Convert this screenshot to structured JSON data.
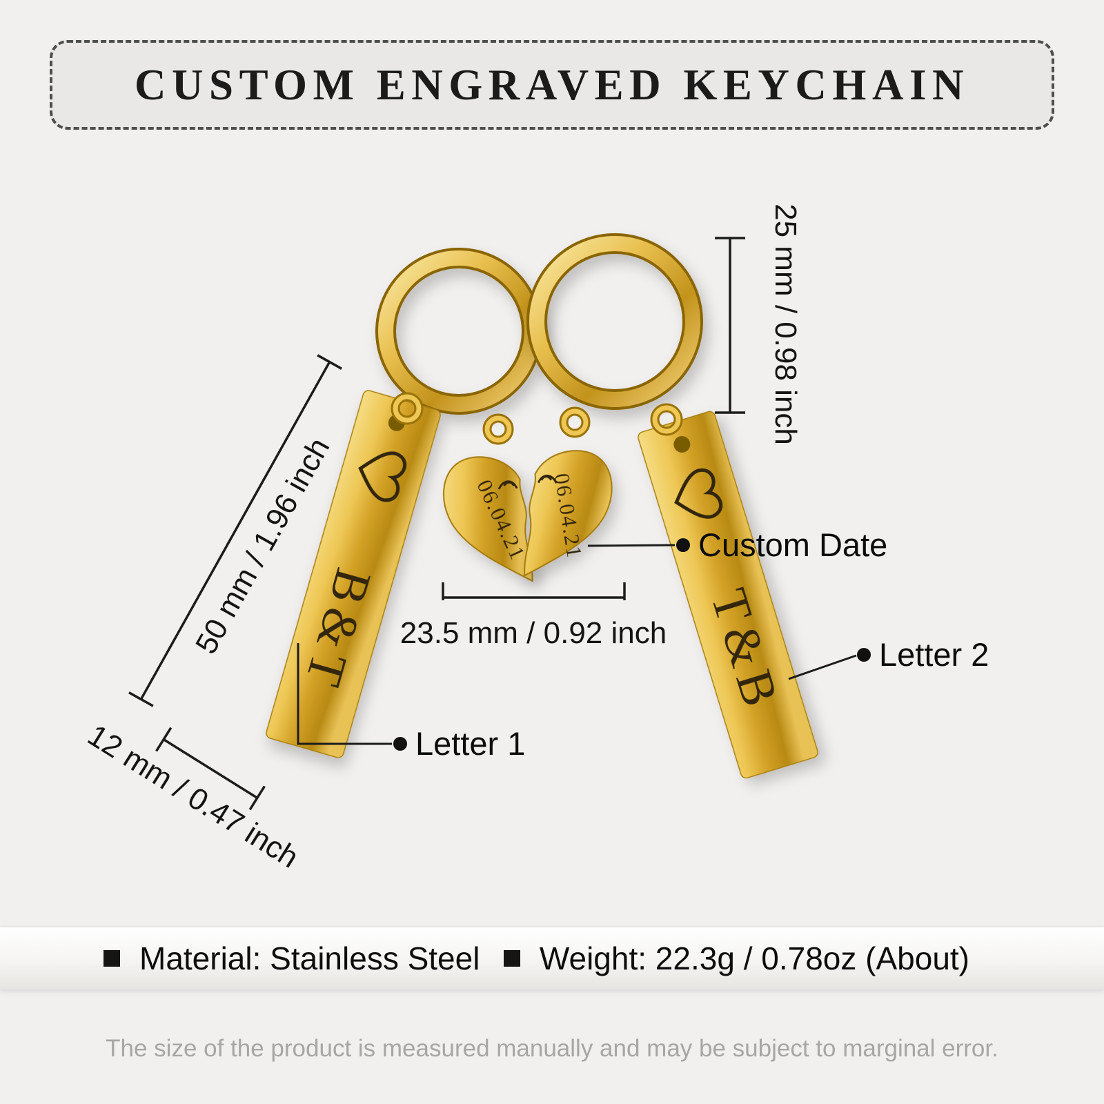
{
  "title": "CUSTOM ENGRAVED KEYCHAIN",
  "product": {
    "left_tag": {
      "engraving": "B&T",
      "motif": "heart-outline"
    },
    "right_tag": {
      "engraving": "T&B",
      "motif": "heart-outline"
    },
    "heart": {
      "left_date": "06.04.21",
      "right_date": "06.04.21",
      "motif": "kissing-doodle"
    }
  },
  "dimensions": {
    "ring_height": "25 mm / 0.98 inch",
    "tag_length": "50 mm / 1.96 inch",
    "tag_width": "12 mm / 0.47 inch",
    "heart_width": "23.5 mm / 0.92 inch"
  },
  "callouts": {
    "custom_date": "Custom Date",
    "letter_1": "Letter 1",
    "letter_2": "Letter 2"
  },
  "specs": {
    "material": "Material: Stainless Steel",
    "weight": "Weight: 22.3g / 0.78oz (About)"
  },
  "footer": "The size of the product is measured manually and may be subject to marginal error.",
  "colors": {
    "background": "#f1f0ee",
    "gold_light": "#f9e7a0",
    "gold_mid": "#d3a126",
    "gold_dark": "#9a7208",
    "engraving": "#33270a",
    "line": "#1c1c1c"
  },
  "icons": {
    "bullet": "square-bullet",
    "tag_motif": "heart-outline",
    "pendant_motif": "kissing-doodle"
  }
}
